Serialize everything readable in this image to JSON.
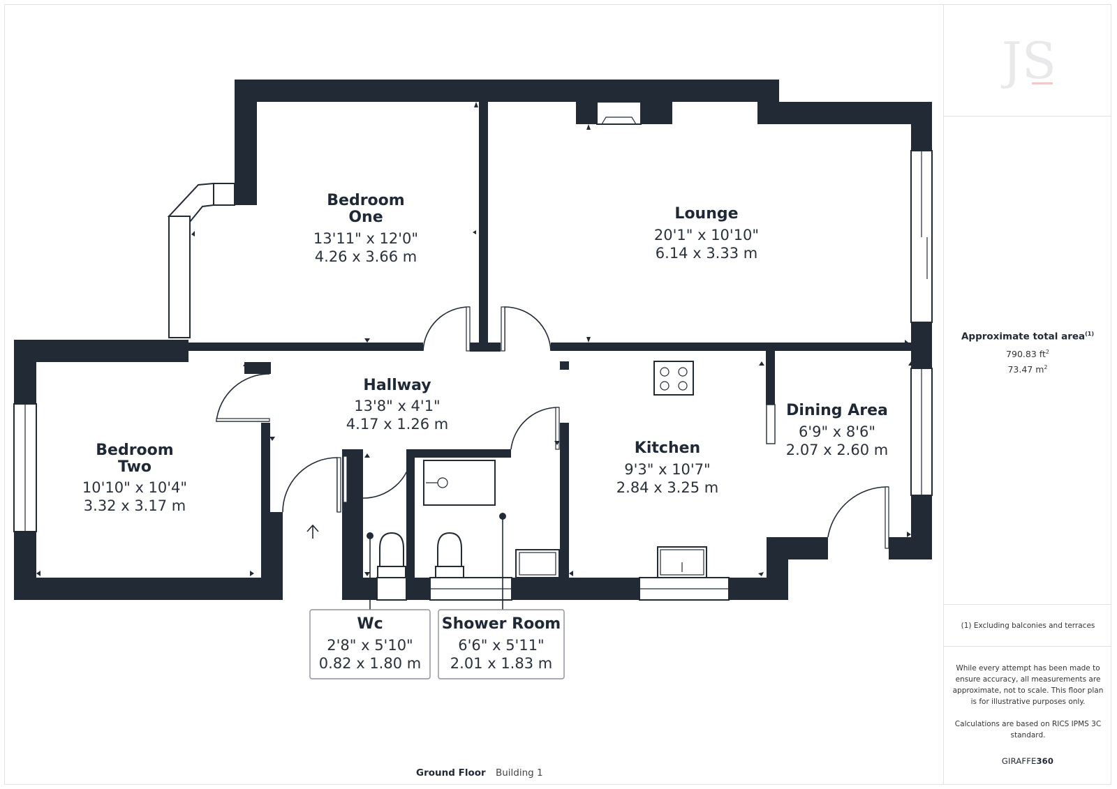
{
  "rooms": {
    "bedroom_one": {
      "name_line1": "Bedroom",
      "name_line2": "One",
      "imperial": "13'11\" x 12'0\"",
      "metric": "4.26 x 3.66 m"
    },
    "lounge": {
      "name": "Lounge",
      "imperial": "20'1\" x 10'10\"",
      "metric": "6.14 x 3.33 m"
    },
    "hallway": {
      "name": "Hallway",
      "imperial": "13'8\" x 4'1\"",
      "metric": "4.17 x 1.26 m"
    },
    "bedroom_two": {
      "name_line1": "Bedroom",
      "name_line2": "Two",
      "imperial": "10'10\" x 10'4\"",
      "metric": "3.32 x 3.17 m"
    },
    "kitchen": {
      "name": "Kitchen",
      "imperial": "9'3\" x 10'7\"",
      "metric": "2.84 x 3.25 m"
    },
    "dining_area": {
      "name": "Dining Area",
      "imperial": "6'9\" x 8'6\"",
      "metric": "2.07 x 2.60 m"
    },
    "wc": {
      "name": "Wc",
      "imperial": "2'8\" x 5'10\"",
      "metric": "0.82 x 1.80 m"
    },
    "shower_room": {
      "name": "Shower Room",
      "imperial": "6'6\" x 5'11\"",
      "metric": "2.01 x 1.83 m"
    }
  },
  "sidebar": {
    "logo_text": "JS",
    "area_title": "Approximate total area",
    "area_footnote_mark": "(1)",
    "area_sqft": "790.83 ft",
    "area_sqm": "73.47 m",
    "area_unit_exp": "2",
    "footnote": "(1) Excluding balconies and terraces",
    "disclaimer": "While every attempt has been made to ensure accuracy, all measurements are approximate, not to scale. This floor plan is for illustrative purposes only.",
    "calculations": "Calculations are based on RICS IPMS 3C standard.",
    "brand_prefix": "GIRAFFE",
    "brand_suffix": "360"
  },
  "footer": {
    "floor": "Ground Floor",
    "building": "Building 1"
  },
  "colors": {
    "wall": "#222a36",
    "text": "#1f2836",
    "border": "#dfe2e6",
    "logo": "#e9e9eb",
    "logo_accent": "#f2c9c9"
  }
}
